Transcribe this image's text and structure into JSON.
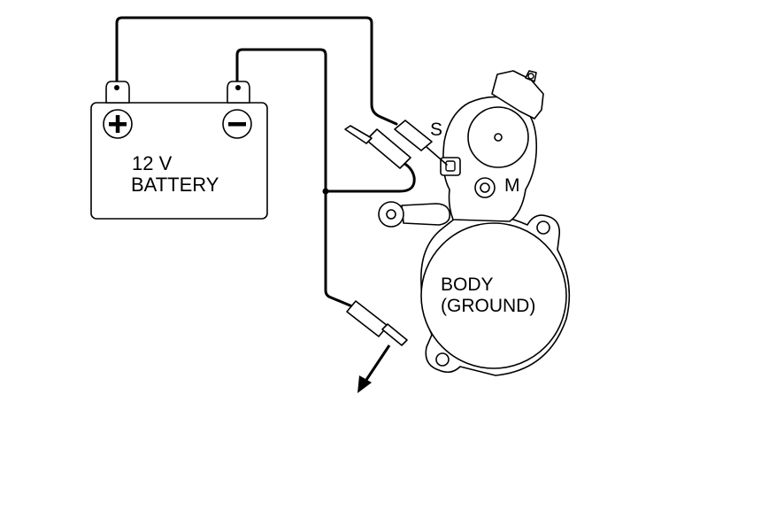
{
  "battery": {
    "voltage_label": "12 V",
    "name_label": "BATTERY",
    "positive_symbol": "+",
    "negative_symbol": "−"
  },
  "starter": {
    "terminal_s_label": "S",
    "terminal_m_label": "M",
    "body_label_line1": "BODY",
    "body_label_line2": "(GROUND)"
  },
  "icons": [
    "battery-icon",
    "starter-motor-icon",
    "test-probe-icon",
    "arrow-icon"
  ]
}
